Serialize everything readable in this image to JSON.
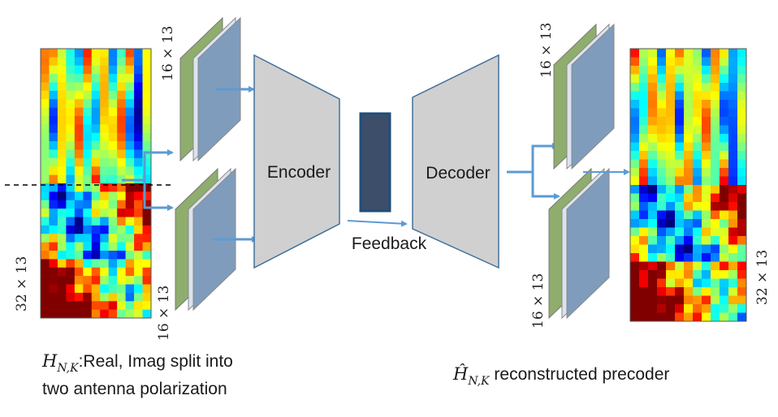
{
  "labels": {
    "encoder": "Encoder",
    "decoder": "Decoder",
    "feedback": "Feedback",
    "dim_input": "32 × 13",
    "dim_left_top": "16 × 13",
    "dim_left_bottom": "16 × 13",
    "dim_right_top": "16 × 13",
    "dim_right_bottom": "16 × 13",
    "dim_output": "32 × 13"
  },
  "captions": {
    "left_symbol": "H",
    "left_subscript": "N,K",
    "left_line1": ":Real, Imag  split into",
    "left_line2": "two antenna polarization",
    "right_symbol": "Ĥ",
    "right_subscript": "N,K",
    "right_text": " reconstructed precoder"
  },
  "colors": {
    "arrow": "#5b9bd5",
    "encoder_fill": "#d0d0d0",
    "block_stroke": "#41719c",
    "codeword_fill": "#3d4e6b",
    "codeword_stroke": "#1f4e79",
    "layer_green": "#8fad6d",
    "layer_blue": "#7f9cbc"
  },
  "heatmap": {
    "rows": 32,
    "cols": 13,
    "colormap": "jet"
  }
}
